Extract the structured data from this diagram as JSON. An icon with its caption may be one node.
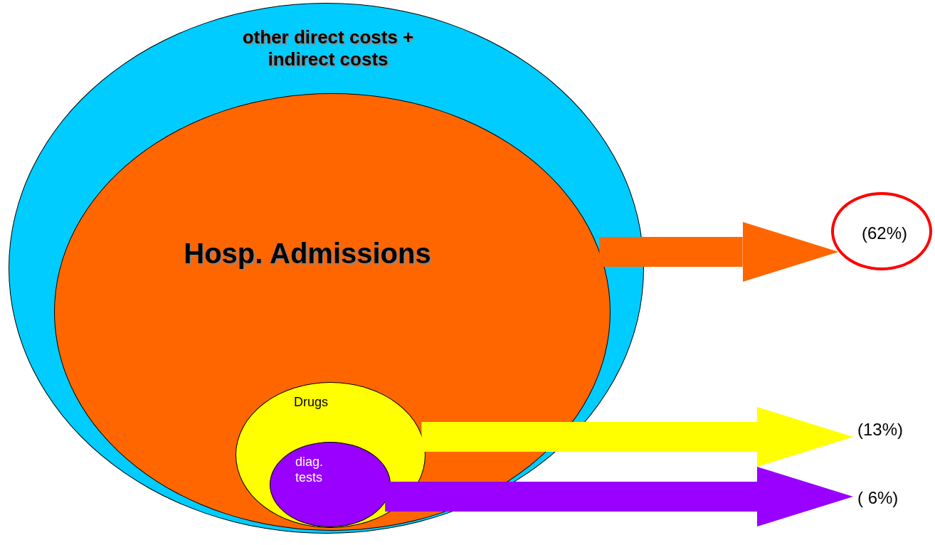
{
  "diagram": {
    "nodes": [
      {
        "text": [
          "other direct costs + indirect costs"
        ]
      },
      {
        "text": [
          "Hosp. Admissions"
        ],
        "in": 0
      },
      {
        "text": [
          "Drugs"
        ],
        "in": 1
      },
      {
        "text": [
          "diag. tests"
        ],
        "in": 2
      },
      {
        "text": [
          "(62%)"
        ]
      },
      {
        "text": [
          "(13%)"
        ]
      },
      {
        "text": [
          "( 6%)"
        ]
      }
    ],
    "edges": [
      {
        "from": 1,
        "to": 4,
        "arrow": "to",
        "color": "#ff6600"
      },
      {
        "from": 2,
        "to": 5,
        "arrow": "to",
        "color": "#ffff00"
      },
      {
        "from": 3,
        "to": 6,
        "arrow": "to",
        "color": "#9900ff"
      }
    ]
  }
}
